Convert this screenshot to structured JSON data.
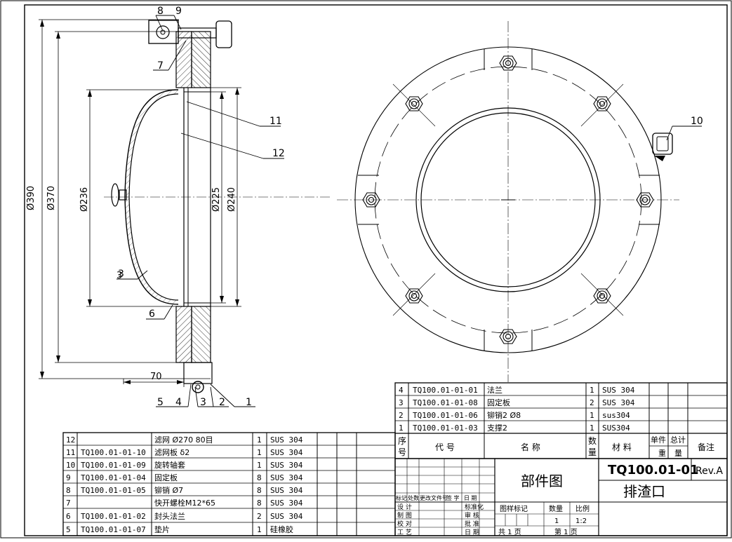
{
  "drawing": {
    "side_view": {
      "balloons_top": [
        "8",
        "9",
        "7"
      ],
      "balloons_right": [
        "11",
        "12"
      ],
      "balloons_left": [
        "3",
        "6"
      ],
      "balloons_bottom": [
        "5",
        "4",
        "3",
        "2",
        "1"
      ],
      "dim_390": "Ø390",
      "dim_370": "Ø370",
      "dim_236": "Ø236",
      "dim_225": "Ø225",
      "dim_240": "Ø240",
      "dim_3": "3",
      "dim_70": "70"
    },
    "front_view": {
      "balloon_10": "10"
    }
  },
  "bom_upper": {
    "rows": [
      {
        "no": "4",
        "code": "TQ100.01-01-01",
        "name": "法兰",
        "qty": "1",
        "mat": "SUS 304"
      },
      {
        "no": "3",
        "code": "TQ100.01-01-08",
        "name": "固定板",
        "qty": "2",
        "mat": "SUS 304"
      },
      {
        "no": "2",
        "code": "TQ100.01-01-06",
        "name": "铆销2 Ø8",
        "qty": "1",
        "mat": "sus304"
      },
      {
        "no": "1",
        "code": "TQ100.01-01-03",
        "name": "支撑2",
        "qty": "1",
        "mat": "SUS304"
      }
    ],
    "header": {
      "no_top": "序",
      "no_bot": "号",
      "code": "代 号",
      "name": "名 称",
      "qty_top": "数",
      "qty_bot": "量",
      "mat": "材 料",
      "unit": "单件",
      "total": "总计",
      "weight_a": "重",
      "weight_b": "量",
      "remark": "备注"
    }
  },
  "bom_lower": {
    "rows": [
      {
        "no": "12",
        "code": "",
        "name": "滤网 Ø270 80目",
        "qty": "1",
        "mat": "SUS 304"
      },
      {
        "no": "11",
        "code": "TQ100.01-01-10",
        "name": "滤网板 δ2",
        "qty": "1",
        "mat": "SUS 304"
      },
      {
        "no": "10",
        "code": "TQ100.01-01-09",
        "name": "旋转轴套",
        "qty": "1",
        "mat": "SUS 304"
      },
      {
        "no": "9",
        "code": "TQ100.01-01-04",
        "name": "固定板",
        "qty": "8",
        "mat": "SUS 304"
      },
      {
        "no": "8",
        "code": "TQ100.01-01-05",
        "name": "铆销 Ø7",
        "qty": "8",
        "mat": "SUS 304"
      },
      {
        "no": "7",
        "code": "",
        "name": "快开螺栓M12*65",
        "qty": "8",
        "mat": "SUS 304"
      },
      {
        "no": "6",
        "code": "TQ100.01-01-02",
        "name": "封头法兰",
        "qty": "2",
        "mat": "SUS 304"
      },
      {
        "no": "5",
        "code": "TQ100.01-01-07",
        "name": "垫片",
        "qty": "1",
        "mat": "硅橡胶"
      }
    ]
  },
  "title_block": {
    "drawing_type": "部件图",
    "drawing_no": "TQ100.01-01",
    "revision": "Rev.A",
    "part_name": "排渣口",
    "change_header": [
      "标记",
      "处数",
      "更改文件号",
      "签 字",
      "日 期"
    ],
    "role_left": [
      "设 计",
      "制 图",
      "校 对",
      "工 艺"
    ],
    "role_right": [
      "标准化",
      "审 核",
      "批 准",
      "日 期"
    ],
    "stage_label": "图样标记",
    "weight_label": "数量",
    "scale_label": "比例",
    "qty_value": "1",
    "scale_value": "1:2",
    "sheets_total": "共  1  页",
    "sheet_no": "第  1  页"
  }
}
